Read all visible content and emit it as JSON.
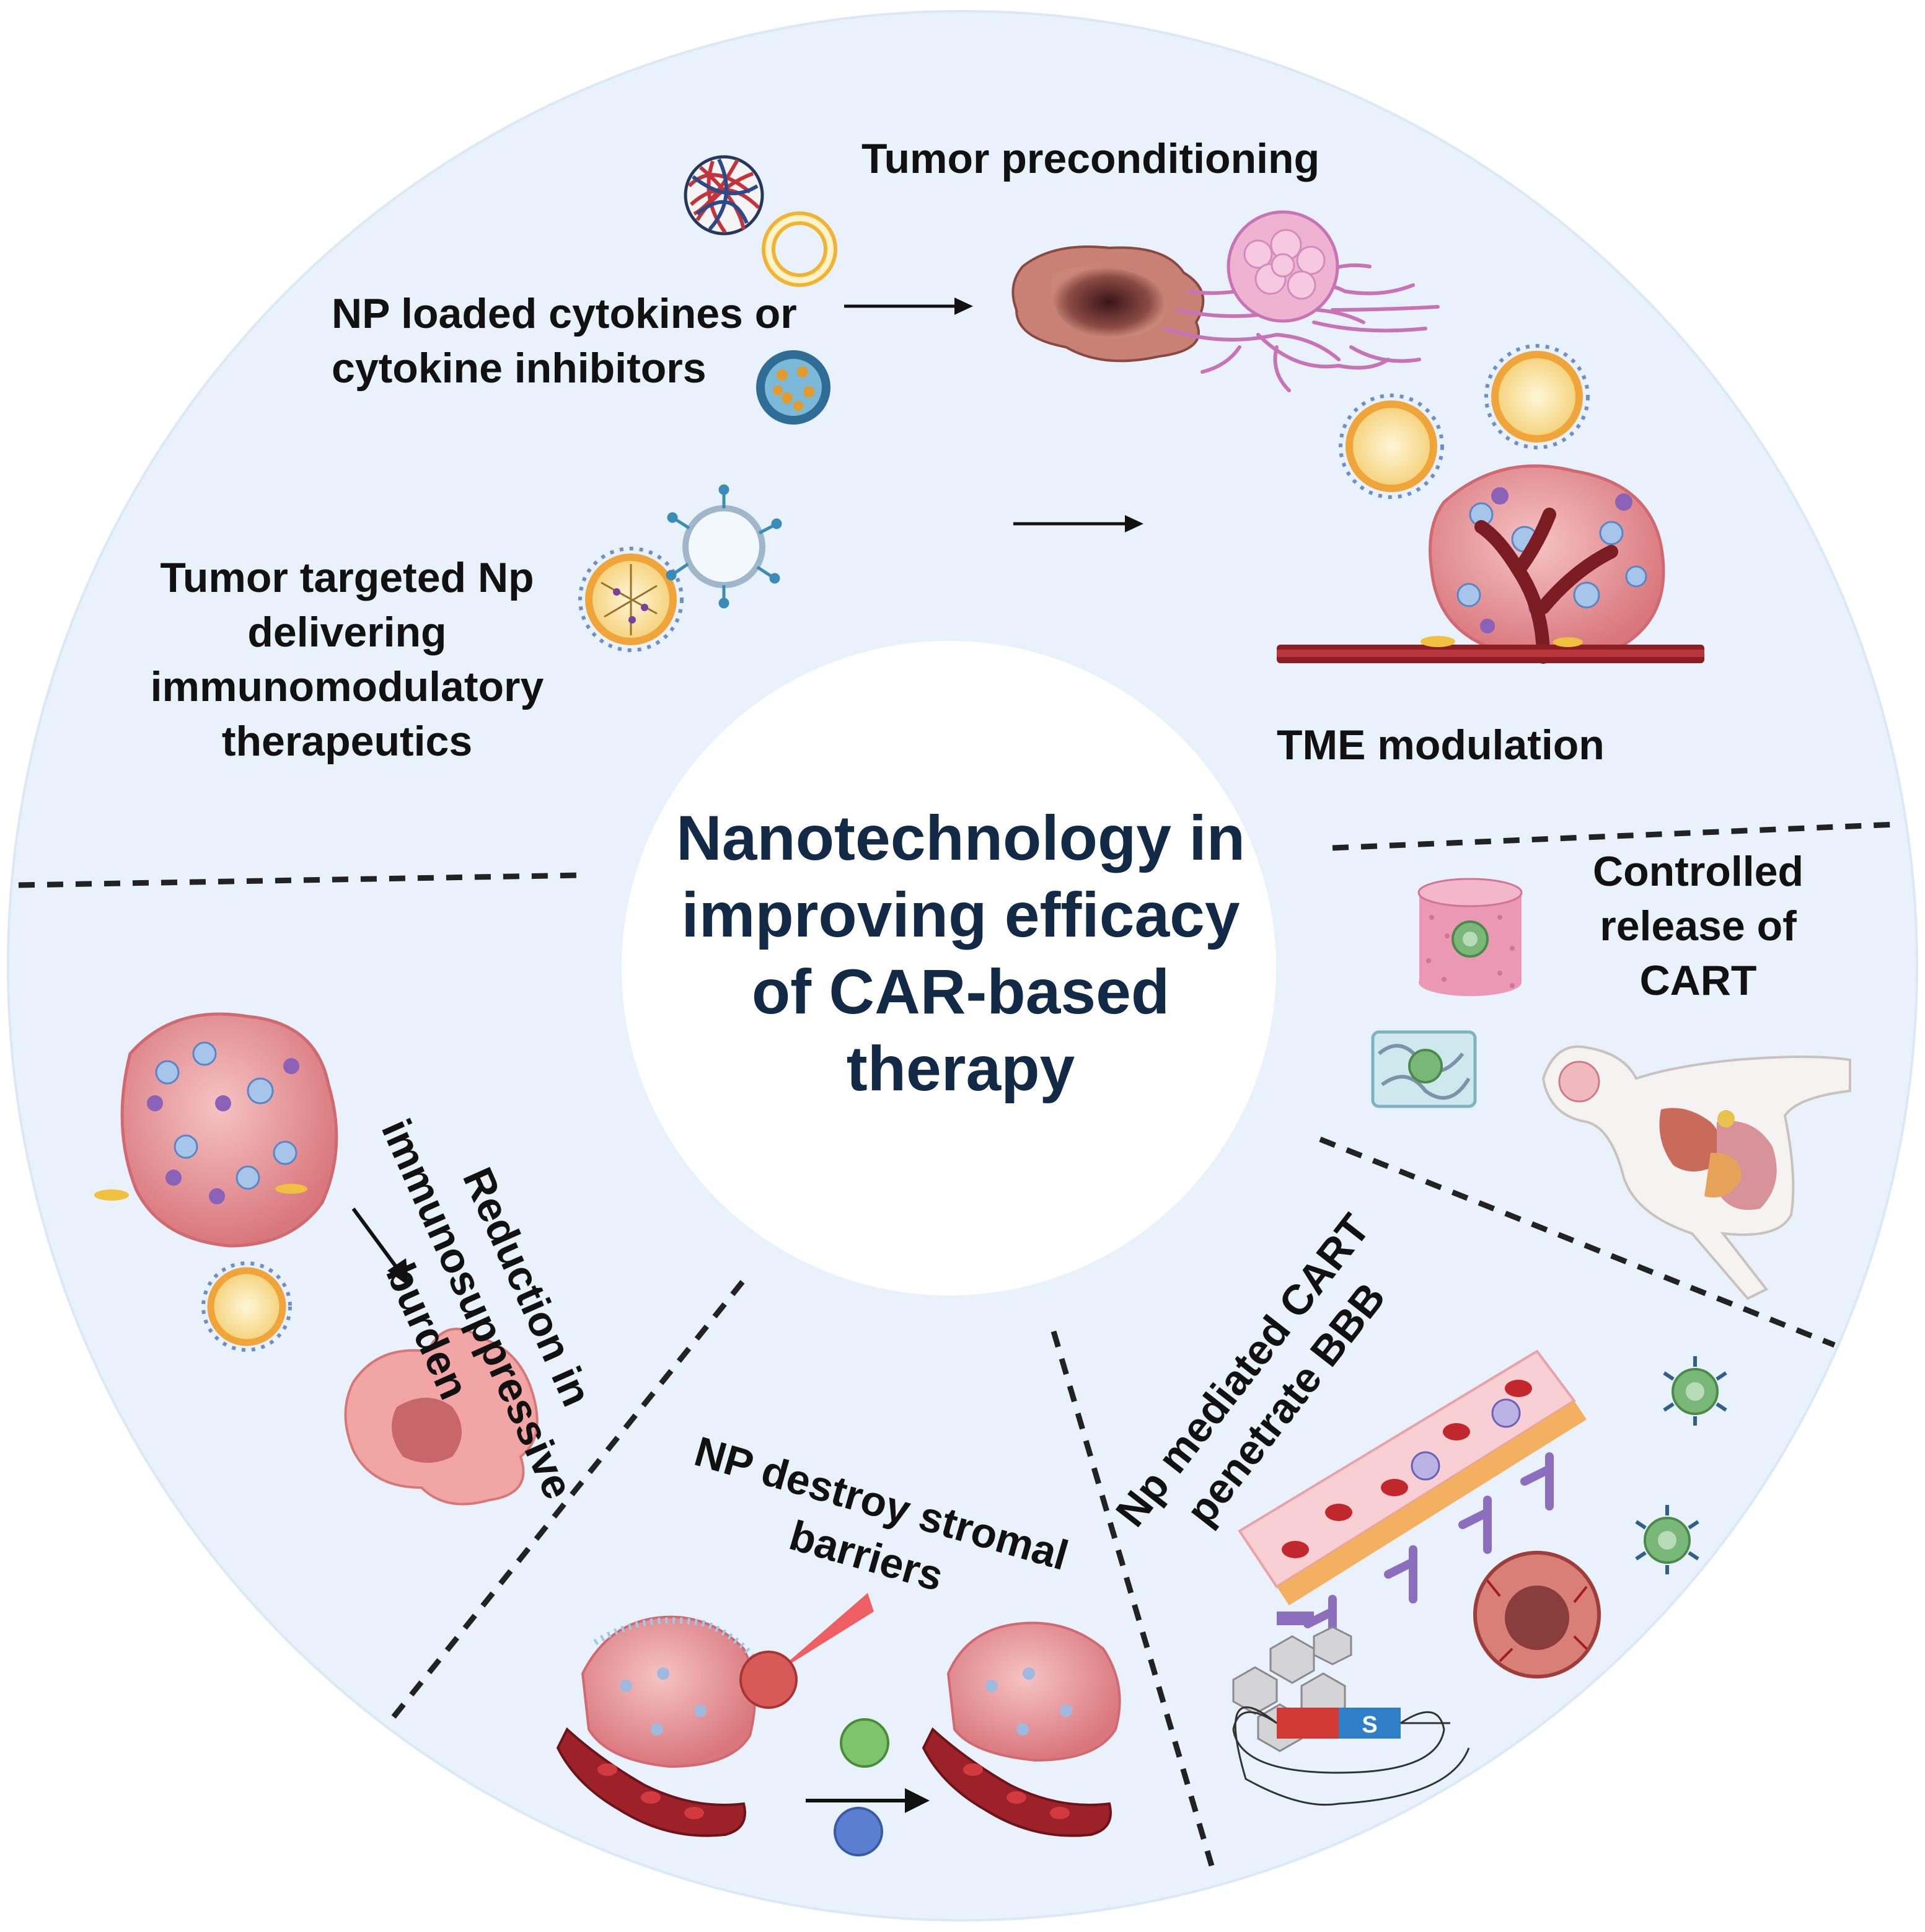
{
  "center_title": {
    "lines": [
      "Nanotechnology in",
      "improving efficacy",
      "of CAR-based",
      "therapy"
    ]
  },
  "sections": {
    "preconditioning": {
      "label": "Tumor preconditioning"
    },
    "np_cytokines": {
      "lines": [
        "NP loaded cytokines or",
        "cytokine inhibitors"
      ]
    },
    "tumor_targeted": {
      "lines": [
        "Tumor targeted Np",
        "delivering",
        "immunomodulatory",
        "therapeutics"
      ]
    },
    "tme": {
      "label": "TME modulation"
    },
    "controlled_release": {
      "lines": [
        "Controlled",
        "release of",
        "CART"
      ]
    },
    "bbb": {
      "lines": [
        "Np mediated CART",
        "penetrate BBB"
      ]
    },
    "stromal": {
      "lines": [
        "NP destroy stromal",
        "barriers"
      ]
    },
    "immunosuppressive": {
      "lines": [
        "Reduction in",
        "immunosuppressive",
        "burden"
      ]
    }
  },
  "magnet": {
    "pole_label": "S"
  },
  "colors": {
    "ring_fill": "#e9f1fb",
    "title_color": "#132a46",
    "tumor_pink": "#e8a2a4",
    "vessel_red": "#8c1d22",
    "np_orange": "#f0a53a",
    "np_blue": "#6c8fc7",
    "car_t_green": "#7ab87a"
  }
}
